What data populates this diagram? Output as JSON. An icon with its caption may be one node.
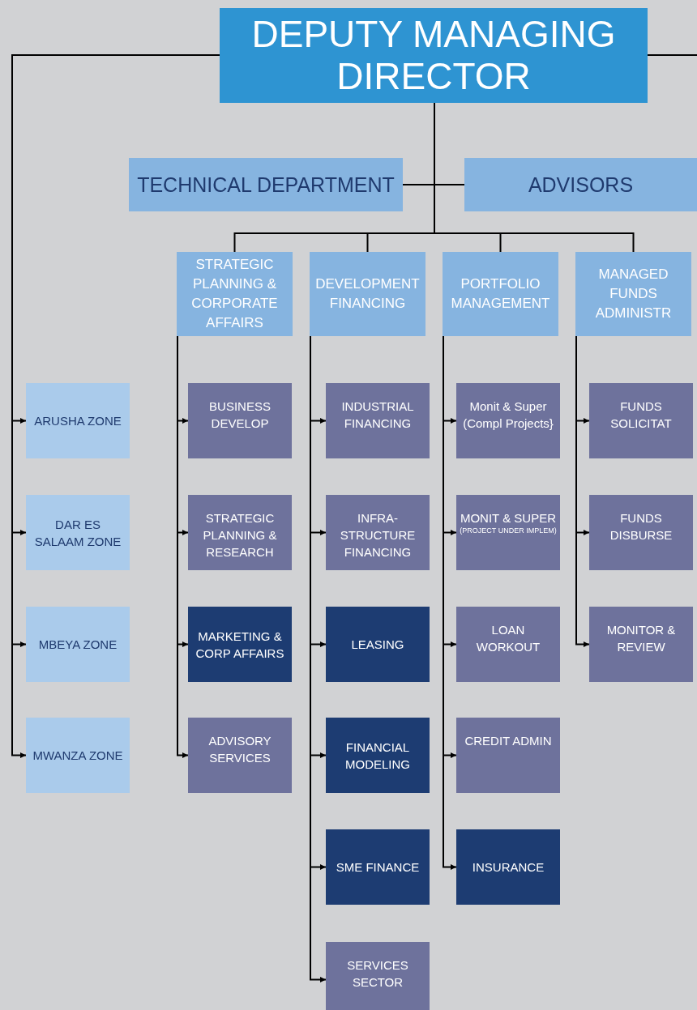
{
  "diagram": {
    "nodes": [
      {
        "text": [
          "DEPUTY MANAGING DIRECTOR"
        ]
      },
      {
        "text": [
          "TECHNICAL DEPARTMENT"
        ]
      },
      {
        "text": [
          "ADVISORS"
        ]
      },
      {
        "text": [
          "STRATEGIC PLANNING & CORPORATE AFFAIRS"
        ]
      },
      {
        "text": [
          "DEVELOPMENT FINANCING"
        ]
      },
      {
        "text": [
          "PORTFOLIO MANAGEMENT"
        ]
      },
      {
        "text": [
          "MANAGED FUNDS ADMINISTR"
        ]
      },
      {
        "text": [
          "ARUSHA ZONE"
        ]
      },
      {
        "text": [
          "BUSINESS DEVELOP"
        ]
      },
      {
        "text": [
          "INDUSTRIAL FINANCING"
        ]
      },
      {
        "text": [
          "Monit & Super (Compl Projects}"
        ]
      },
      {
        "text": [
          "FUNDS SOLICITAT"
        ]
      },
      {
        "text": [
          "DAR ES SALAAM ZONE"
        ]
      },
      {
        "text": [
          "STRATEGIC PLANNING & RESEARCH"
        ]
      },
      {
        "text": [
          "INFRA- STRUCTURE FINANCING"
        ]
      },
      {
        "text": [
          "MONIT & SUPER",
          "(PROJECT UNDER IMPLEM)"
        ]
      },
      {
        "text": [
          "FUNDS DISBURSE"
        ]
      },
      {
        "text": [
          "MBEYA ZONE"
        ]
      },
      {
        "text": [
          "MARKETING & CORP AFFAIRS"
        ]
      },
      {
        "text": [
          "LEASING"
        ]
      },
      {
        "text": [
          "LOAN WORKOUT"
        ]
      },
      {
        "text": [
          "MONITOR & REVIEW"
        ]
      },
      {
        "text": [
          "MWANZA ZONE"
        ]
      },
      {
        "text": [
          "ADVISORY SERVICES"
        ]
      },
      {
        "text": [
          "FINANCIAL MODELING"
        ]
      },
      {
        "text": [
          "CREDIT ADMIN"
        ]
      },
      {
        "text": [
          "SME FINANCE"
        ]
      },
      {
        "text": [
          "INSURANCE"
        ]
      },
      {
        "text": [
          "SERVICES SECTOR"
        ]
      }
    ],
    "edges": [
      {
        "from": 0,
        "to": null,
        "arrow": "none"
      },
      {
        "from": 0,
        "to": 1,
        "arrow": "none"
      },
      {
        "from": 0,
        "to": 2,
        "arrow": "none"
      },
      {
        "from": 0,
        "to": 3,
        "arrow": "none"
      },
      {
        "from": 0,
        "to": 4,
        "arrow": "none"
      },
      {
        "from": 0,
        "to": 5,
        "arrow": "none"
      },
      {
        "from": 0,
        "to": 6,
        "arrow": "none"
      },
      {
        "from": 0,
        "to": 7,
        "arrow": "to"
      },
      {
        "from": 0,
        "to": 12,
        "arrow": "to"
      },
      {
        "from": 0,
        "to": 17,
        "arrow": "to"
      },
      {
        "from": 0,
        "to": 22,
        "arrow": "to"
      },
      {
        "from": 3,
        "to": 8,
        "arrow": "to"
      },
      {
        "from": 3,
        "to": 13,
        "arrow": "to"
      },
      {
        "from": 3,
        "to": 18,
        "arrow": "to"
      },
      {
        "from": 3,
        "to": 23,
        "arrow": "to"
      },
      {
        "from": 4,
        "to": 9,
        "arrow": "to"
      },
      {
        "from": 4,
        "to": 14,
        "arrow": "to"
      },
      {
        "from": 4,
        "to": 19,
        "arrow": "to"
      },
      {
        "from": 4,
        "to": 24,
        "arrow": "to"
      },
      {
        "from": 4,
        "to": 26,
        "arrow": "to"
      },
      {
        "from": 4,
        "to": 28,
        "arrow": "to"
      },
      {
        "from": 5,
        "to": 10,
        "arrow": "to"
      },
      {
        "from": 5,
        "to": 15,
        "arrow": "to"
      },
      {
        "from": 5,
        "to": 20,
        "arrow": "to"
      },
      {
        "from": 5,
        "to": 25,
        "arrow": "to"
      },
      {
        "from": 5,
        "to": 27,
        "arrow": "to"
      },
      {
        "from": 6,
        "to": 11,
        "arrow": "to"
      },
      {
        "from": 6,
        "to": 16,
        "arrow": "to"
      },
      {
        "from": 6,
        "to": 21,
        "arrow": "to"
      }
    ]
  }
}
